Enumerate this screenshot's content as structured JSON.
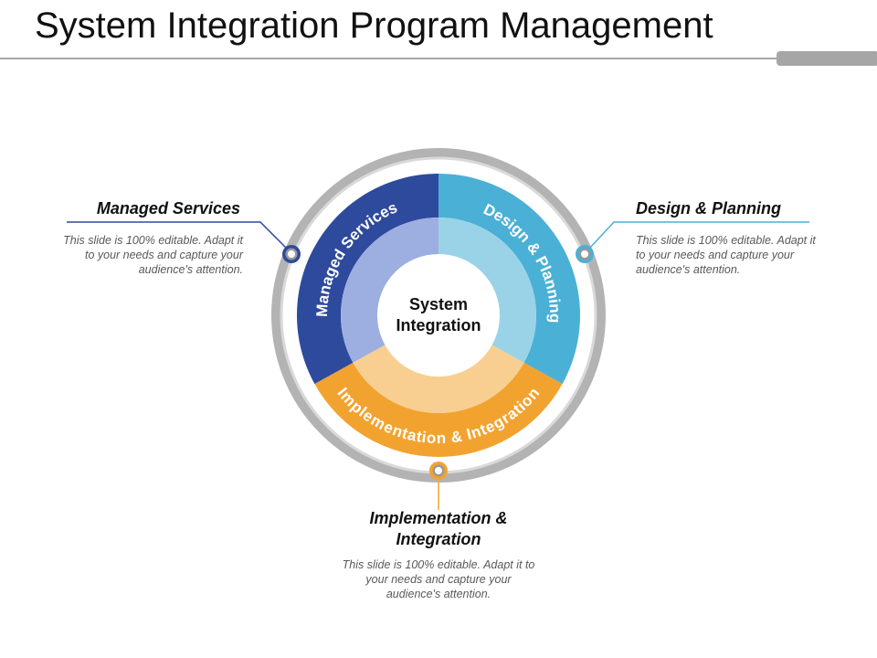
{
  "title": "System Integration Program Management",
  "center": {
    "line1": "System",
    "line2": "Integration"
  },
  "segments": [
    {
      "label": "Managed Services",
      "color": "#2e4a9c",
      "light": "#9daee0"
    },
    {
      "label": "Design & Planning",
      "color": "#4bb0d5",
      "light": "#9ad3e8"
    },
    {
      "label": "Implementation & Integration",
      "color": "#f2a32f",
      "light": "#f8cf91"
    }
  ],
  "callouts": [
    {
      "heading": "Managed Services",
      "text": "This slide is 100% editable. Adapt it to your needs and capture your audience's attention."
    },
    {
      "heading": "Design & Planning",
      "text": "This slide is 100% editable. Adapt it to your needs and capture your audience's attention."
    },
    {
      "heading_line1": "Implementation &",
      "heading_line2": "Integration",
      "text": "This slide is 100% editable. Adapt it to your needs and capture your audience's attention."
    }
  ]
}
